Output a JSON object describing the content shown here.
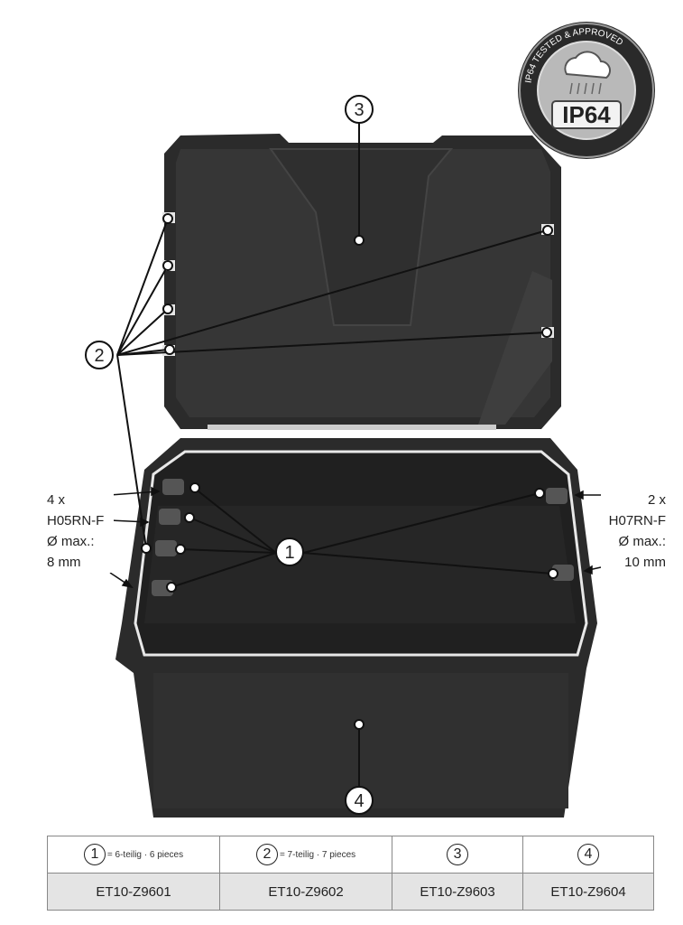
{
  "badge": {
    "ring_text": "IP64 TESTED & APPROVED",
    "center_text": "IP64",
    "icon": "rain-cloud-icon"
  },
  "callouts": {
    "c1": "1",
    "c2": "2",
    "c3": "3",
    "c4": "4"
  },
  "left_label": {
    "line1": "4 x",
    "line2": "H05RN-F",
    "line3": "Ø max.:",
    "line4": "8 mm"
  },
  "right_label": {
    "line1": "2 x",
    "line2": "H07RN-F",
    "line3": "Ø max.:",
    "line4": "10 mm"
  },
  "parts_table": {
    "headers": [
      {
        "num": "1",
        "note": "= 6-teilig · 6 pieces"
      },
      {
        "num": "2",
        "note": "= 7-teilig · 7 pieces"
      },
      {
        "num": "3",
        "note": ""
      },
      {
        "num": "4",
        "note": ""
      }
    ],
    "codes": [
      "ET10-Z9601",
      "ET10-Z9602",
      "ET10-Z9603",
      "ET10-Z9604"
    ]
  },
  "colors": {
    "box_dark": "#2b2b2b",
    "box_mid": "#3a3a3a",
    "table_fill": "#e4e4e4",
    "badge_fill": "#b9b9b9"
  }
}
